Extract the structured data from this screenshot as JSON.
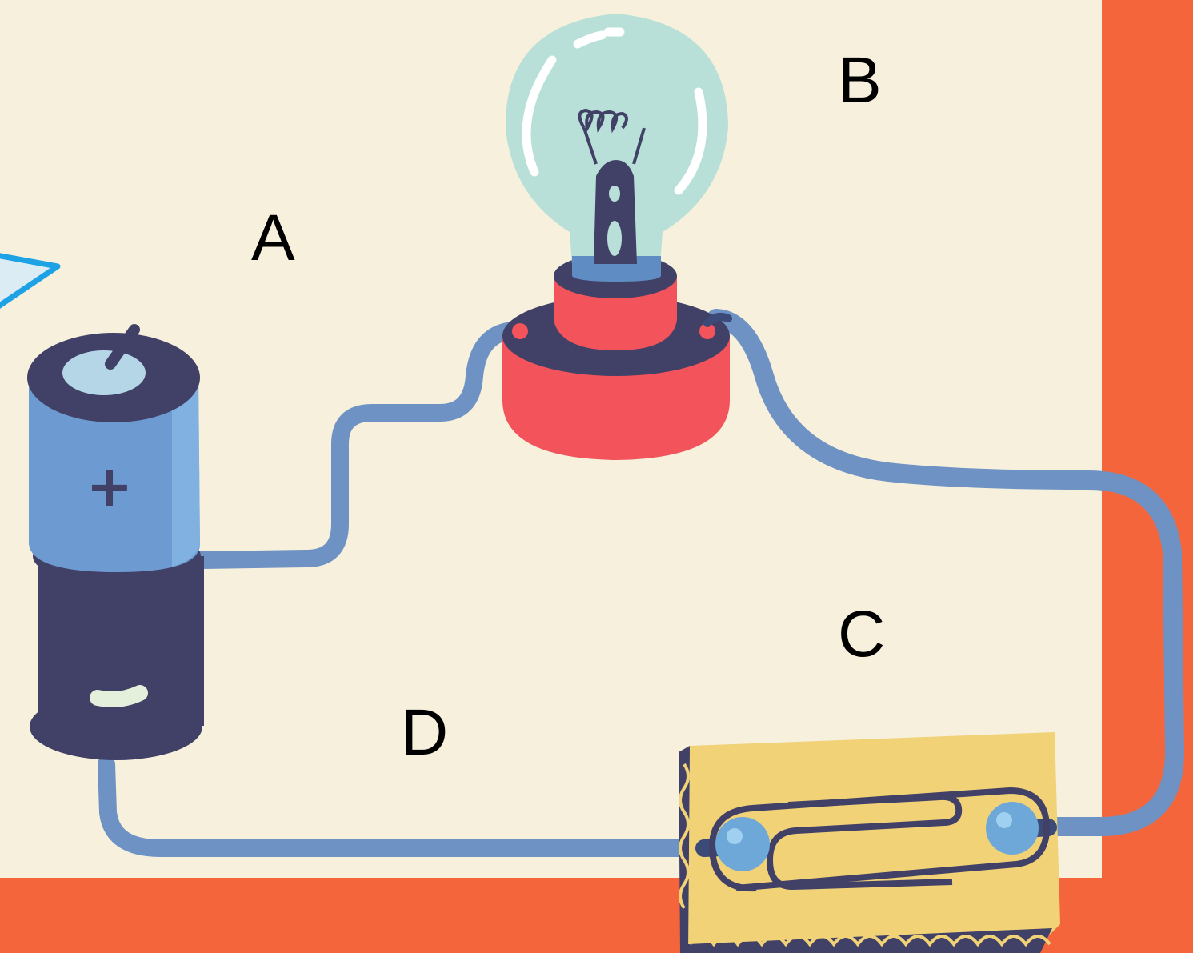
{
  "colors": {
    "frame": "#f5653b",
    "panel": "#f6f0dc",
    "wire": "#6e92c4",
    "wire_dark": "#3c4a78",
    "battery_top": "#6d9bd1",
    "battery_bottom": "#414066",
    "lamp_base": "#f3535b",
    "bulb_glass": "#b8e0d8",
    "paper_clip_holder": "#f1d277",
    "pointer_arrow": "#1ea2e6"
  },
  "labels": {
    "a": "A",
    "b": "B",
    "c": "C",
    "d": "D"
  },
  "battery": {
    "plus_sign": "+",
    "minus_sign": "−"
  },
  "icons": {
    "battery": "battery-icon",
    "bulb": "light-bulb-icon",
    "switch": "paper-clip-switch-icon",
    "pointer": "pointer-arrow-icon"
  }
}
